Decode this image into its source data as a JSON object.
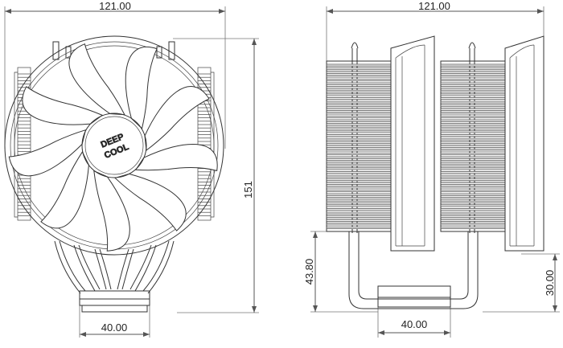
{
  "front_view": {
    "width_label": "121.00",
    "height_label": "151",
    "base_label": "40.00",
    "hub_logo_line1": "DEEP",
    "hub_logo_line2": "COOL"
  },
  "side_view": {
    "width_label": "121.00",
    "clearance_label": "43.80",
    "height_label": "30.00",
    "base_label": "40.00"
  }
}
